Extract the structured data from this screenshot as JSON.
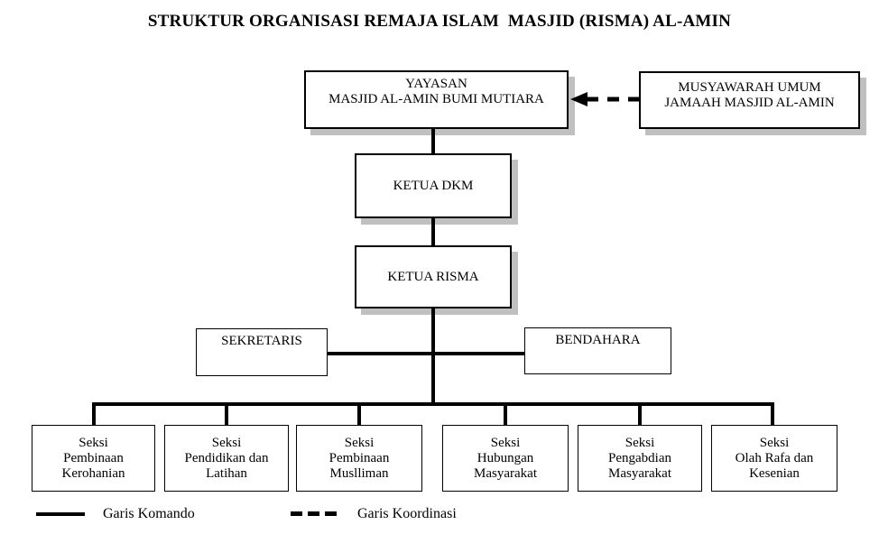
{
  "title": "STRUKTUR ORGANISASI REMAJA ISLAM  MASJID (RISMA) AL-AMIN",
  "colors": {
    "line": "#000000",
    "box_fill": "#ffffff",
    "shadow": "#c0c0c0",
    "background": "#ffffff"
  },
  "nodes": {
    "yayasan": {
      "line1": "YAYASAN",
      "line2": "MASJID AL-AMIN BUMI MUTIARA"
    },
    "musyawarah": {
      "line1": "MUSYAWARAH UMUM",
      "line2": "JAMAAH MASJID AL-AMIN"
    },
    "ketua_dkm": {
      "label": "KETUA DKM"
    },
    "ketua_risma": {
      "label": "KETUA RISMA"
    },
    "sekretaris": {
      "label": "SEKRETARIS"
    },
    "bendahara": {
      "label": "BENDAHARA"
    },
    "seksi": [
      {
        "line1": "Seksi",
        "line2": "Pembinaan",
        "line3": "Kerohanian"
      },
      {
        "line1": "Seksi",
        "line2": "Pendidikan dan",
        "line3": "Latihan"
      },
      {
        "line1": "Seksi",
        "line2": "Pembinaan",
        "line3": "Muslliman"
      },
      {
        "line1": "Seksi",
        "line2": "Hubungan",
        "line3": "Masyarakat"
      },
      {
        "line1": "Seksi",
        "line2": "Pengabdian",
        "line3": "Masyarakat"
      },
      {
        "line1": "Seksi",
        "line2": "Olah Rafa dan",
        "line3": "Kesenian"
      }
    ]
  },
  "legend": {
    "komando": "Garis Komando",
    "koordinasi": "Garis Koordinasi"
  }
}
